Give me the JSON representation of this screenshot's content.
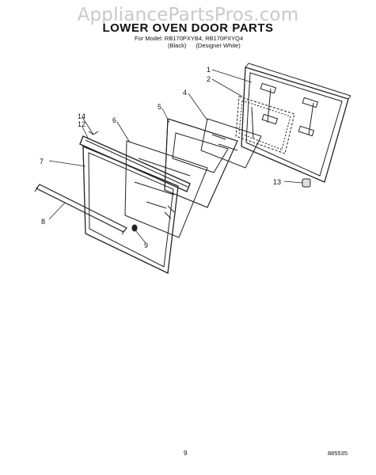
{
  "watermark": "AppliancePartsPros.com",
  "title": "LOWER OVEN DOOR PARTS",
  "model_line": "For Model: RB170PXYB4, RB170PXYQ4",
  "variants": [
    "(Black)",
    "(Designer White)"
  ],
  "callouts": {
    "c1": "1",
    "c2": "2",
    "c4": "4",
    "c5": "5",
    "c6": "6",
    "c7": "7",
    "c8": "8",
    "c9": "9",
    "c12": "12",
    "c13": "13",
    "c14": "14"
  },
  "page_number": "9",
  "doc_code": "885535"
}
